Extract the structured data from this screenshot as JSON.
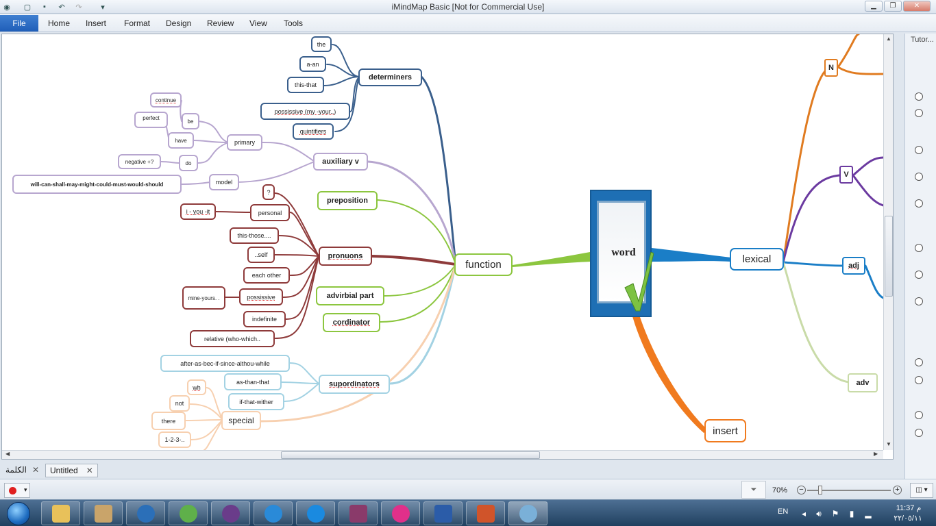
{
  "window": {
    "title": "iMindMap Basic [Not for Commercial Use]"
  },
  "menu": {
    "file": "File",
    "items": [
      "Home",
      "Insert",
      "Format",
      "Design",
      "Review",
      "View",
      "Tools"
    ]
  },
  "map": {
    "central": "word",
    "main_branches": {
      "function": "function",
      "lexical": "lexical",
      "insert": "insert"
    },
    "determiners": {
      "label": "determiners",
      "children": [
        "the",
        "a-an",
        "this-that",
        "possissive (my -your..)",
        "quintifiers"
      ]
    },
    "auxiliary": {
      "label": "auxiliary v",
      "primary": "primary",
      "model": "model",
      "model_child": "will-can-shall-may-might-could-must-would-should",
      "be": "be",
      "have": "have",
      "do": "do",
      "continue": "continue",
      "perfect": "perfect",
      "negative": "negative +?"
    },
    "preposition": "preposition",
    "pronouns": {
      "label": "pronuons",
      "q": "?",
      "personal": "personal",
      "personal_child": "i - you -it",
      "this_those": "this-those....",
      "self": "..self",
      "each_other": "each other",
      "possissive": "possissive",
      "possissive_child": "mine-yours. .",
      "indefinite": "indefinite",
      "relative": "relative (who-which.."
    },
    "advirbial": "advirbial part",
    "cordinator": "cordinator",
    "supordinators": {
      "label": "supordinators",
      "children": [
        "after-as-bec-if-since-althou-while",
        "as-than-that",
        "if-that-wither"
      ]
    },
    "special": {
      "label": "special",
      "children": [
        "wh",
        "not",
        "there",
        "1-2-3-.."
      ]
    },
    "lexical_children": [
      "N",
      "V",
      "adj",
      "adv"
    ]
  },
  "right_panel": {
    "title": "Tutor..."
  },
  "doc_tabs": [
    "الكلمة",
    "Untitled"
  ],
  "status": {
    "zoom": "70%"
  },
  "tray": {
    "lang": "EN",
    "time": "11:37 م",
    "date": "٢٢/٠٥/١١"
  },
  "colors": {
    "function": "#8cc63f",
    "lexical": "#1a7ec7",
    "insert": "#f07a1e",
    "determiners": "#3a5f8c",
    "auxiliary": "#b7a6cf",
    "pronouns": "#8e3a3a",
    "supordinators": "#a3d2e3",
    "special": "#f7d0b0",
    "noun": "#e07b20",
    "verb": "#6b3aa0",
    "adj": "#1a7ec7",
    "adv": "#c9dba8"
  }
}
